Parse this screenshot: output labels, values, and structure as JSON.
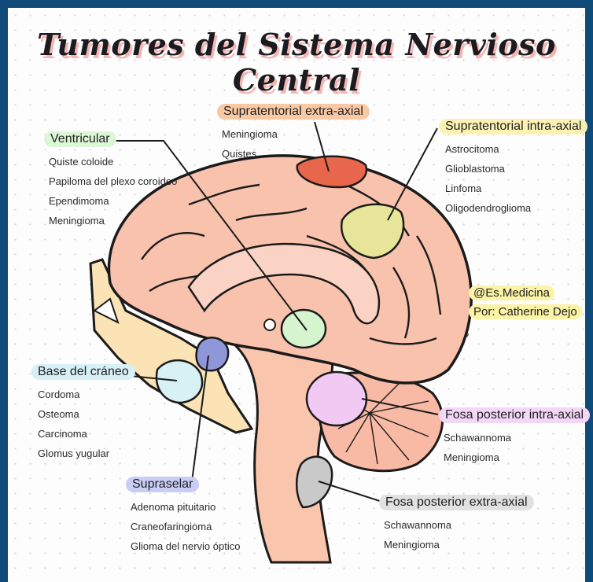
{
  "title": "Tumores del Sistema Nervioso Central",
  "groups": [
    {
      "id": "ventricular",
      "header": "Ventricular",
      "color": "#dcf7d6",
      "items": [
        "Quiste coloide",
        "Papiloma del plexo coroideo",
        "Ependimoma",
        "Meningioma"
      ]
    },
    {
      "id": "supra-extra",
      "header": "Supratentorial extra-axial",
      "color": "#f9c9a4",
      "items": [
        "Meningioma",
        "Quistes"
      ]
    },
    {
      "id": "supra-intra",
      "header": "Supratentorial intra-axial",
      "color": "#fbf2b4",
      "items": [
        "Astrocitoma",
        "Glioblastoma",
        "Linfoma",
        "Oligodendroglioma"
      ]
    },
    {
      "id": "base-craneo",
      "header": "Base del cráneo",
      "color": "#d6f0f6",
      "items": [
        "Cordoma",
        "Osteoma",
        "Carcinoma",
        "Glomus yugular"
      ]
    },
    {
      "id": "fosa-post-intra",
      "header": "Fosa posterior intra-axial",
      "color": "#f4d6f7",
      "items": [
        "Schawannoma",
        "Meningioma"
      ]
    },
    {
      "id": "supraselar",
      "header": "Supraselar",
      "color": "#c9cdf6",
      "items": [
        "Adenoma pituitario",
        "Craneofaringioma",
        "Glioma del nervio óptico"
      ]
    },
    {
      "id": "fosa-post-extra",
      "header": "Fosa posterior extra-axial",
      "color": "#e1e1e1",
      "items": [
        "Schawannoma",
        "Meningioma"
      ]
    }
  ],
  "credit": {
    "handle": "@Es.Medicina",
    "author": "Por: Catherine Dejo"
  }
}
